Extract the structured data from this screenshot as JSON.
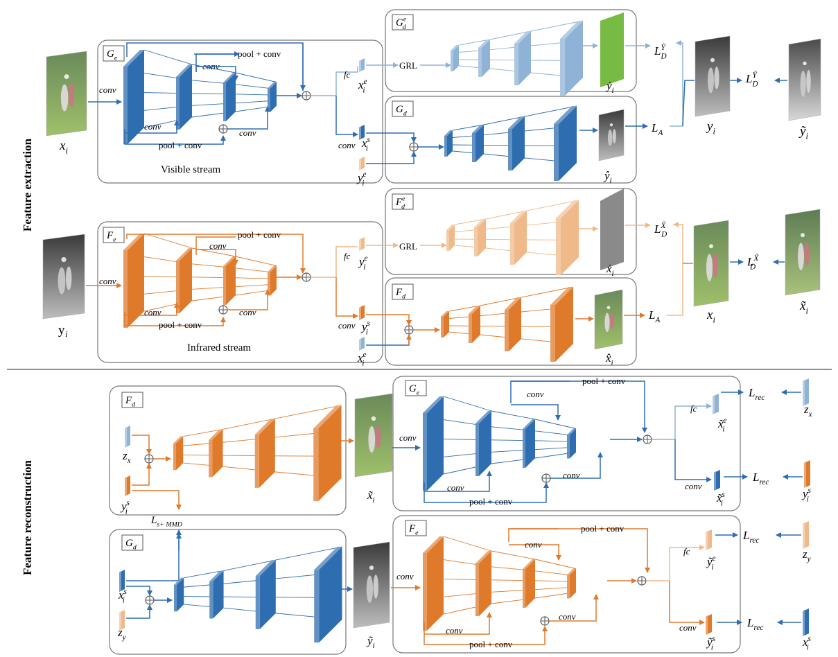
{
  "sections": {
    "top": "Feature extraction",
    "bottom": "Feature reconstruction"
  },
  "labels": {
    "conv": "conv",
    "pool_conv": "pool + conv",
    "fc": "fc",
    "grl": "GRL",
    "visible_stream": "Visible stream",
    "infrared_stream": "Infrared stream",
    "mmd": "L_s + MMD"
  },
  "modules": {
    "Ge": "G_e",
    "Gde": "G_d^e",
    "Gd": "G_d",
    "Fe": "F_e",
    "Fde": "F_d^e",
    "Fd": "F_d"
  },
  "variables": {
    "xi": "x_i",
    "yi": "y_i",
    "yi_hat": "ŷ_i",
    "yi_dot": "ẏ_i",
    "xi_hat": "x̂_i",
    "xi_dot": "ẋ_i",
    "xie": "x_i^e",
    "xis": "x_i^s",
    "yie": "y_i^e",
    "yis": "y_i^s",
    "yi_tilde": "ỹ_i",
    "xi_tilde": "x̃_i",
    "xie_tilde": "x̃_i^e",
    "xis_tilde": "x̃_i^s",
    "yie_tilde": "ỹ_i^e",
    "yis_tilde": "ỹ_i^s",
    "zx": "z_x",
    "zy": "z_y"
  },
  "losses": {
    "LA": "L_A",
    "LDY": "L_D^Ẏ",
    "LDYt": "L_D^Ỹ",
    "LDX": "L_D^Ẋ",
    "LDXt": "L_D^X̃",
    "Lrec": "L_rec"
  },
  "colors": {
    "blue": "#2e6db0",
    "blue_light": "#8fb3d6",
    "orange": "#e07a2b",
    "orange_light": "#f0b98a",
    "green": "#77bb44",
    "gray": "#8a8a8a",
    "box": "#777777"
  }
}
